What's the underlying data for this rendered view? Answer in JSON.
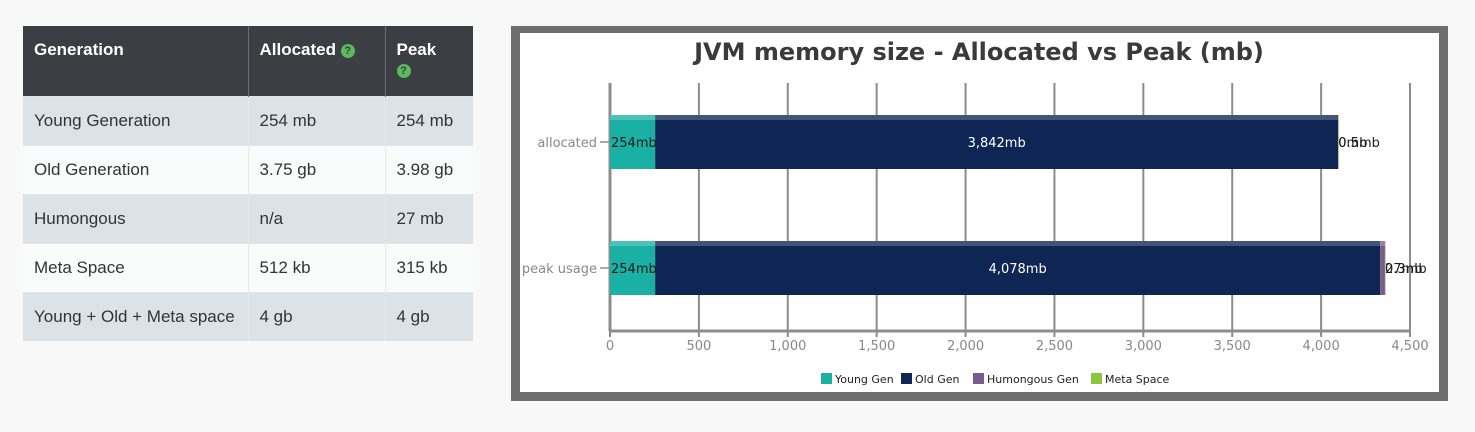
{
  "table": {
    "headers": [
      "Generation",
      "Allocated",
      "Peak"
    ],
    "rows": [
      [
        "Young Generation",
        "254 mb",
        "254 mb"
      ],
      [
        "Old Generation",
        "3.75 gb",
        "3.98 gb"
      ],
      [
        "Humongous",
        "n/a",
        "27 mb"
      ],
      [
        "Meta Space",
        "512 kb",
        "315 kb"
      ],
      [
        "Young + Old + Meta space",
        "4 gb",
        "4 gb"
      ]
    ],
    "help_icon_glyph": "?"
  },
  "colors": {
    "young": "#1ab0a4",
    "old": "#0f2554",
    "humongous": "#7a5b8e",
    "meta": "#8cc63f"
  },
  "chart_data": {
    "type": "bar",
    "orientation": "horizontal",
    "stacked": true,
    "title": "JVM memory size - Allocated vs Peak (mb)",
    "categories": [
      "allocated",
      "peak usage"
    ],
    "series": [
      {
        "name": "Young Gen",
        "values": [
          254,
          254
        ],
        "labels": [
          "254mb",
          "254mb"
        ]
      },
      {
        "name": "Old Gen",
        "values": [
          3842,
          4078
        ],
        "labels": [
          "3,842mb",
          "4,078mb"
        ]
      },
      {
        "name": "Humongous Gen",
        "values": [
          0,
          27
        ],
        "labels": [
          "0mb",
          "27mb"
        ]
      },
      {
        "name": "Meta Space",
        "values": [
          0.5,
          0.3
        ],
        "labels": [
          "0.5mb",
          "0.3mb"
        ]
      }
    ],
    "xlim": [
      0,
      4500
    ],
    "xticks": [
      0,
      500,
      1000,
      1500,
      2000,
      2500,
      3000,
      3500,
      4000,
      4500
    ],
    "xtick_labels": [
      "0",
      "500",
      "1,000",
      "1,500",
      "2,000",
      "2,500",
      "3,000",
      "3,500",
      "4,000",
      "4,500"
    ],
    "grid": true,
    "legend_position": "bottom"
  }
}
